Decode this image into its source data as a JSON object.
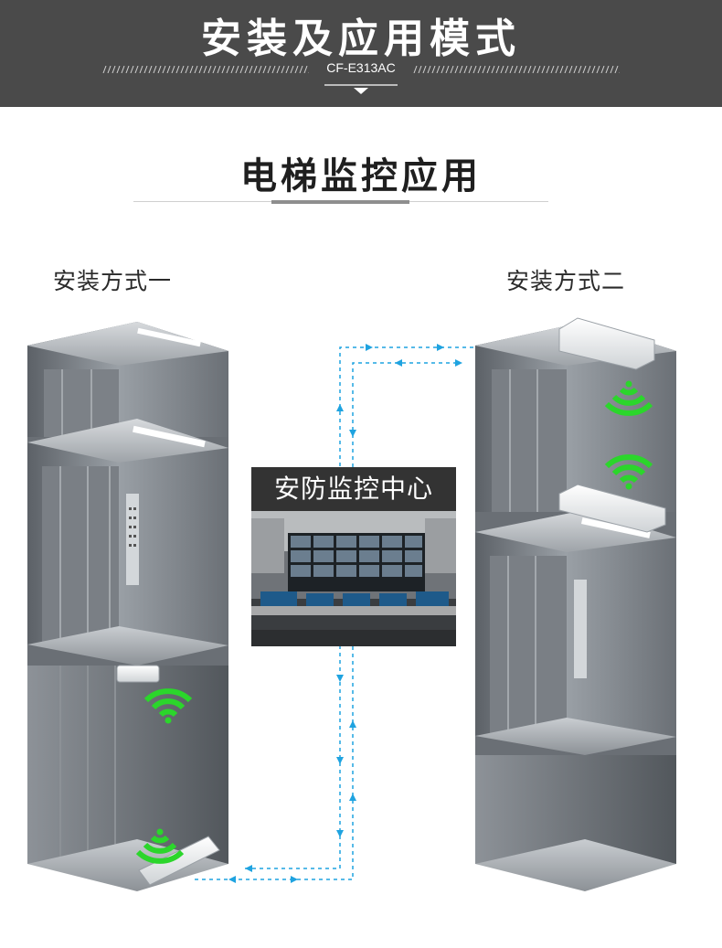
{
  "header": {
    "title": "安装及应用模式",
    "model": "CF-E313AC"
  },
  "section": {
    "title": "电梯监控应用"
  },
  "methods": {
    "left_label": "安装方式一",
    "right_label": "安装方式二"
  },
  "center": {
    "label": "安防监控中心"
  },
  "colors": {
    "header_bg": "#4a4a4a",
    "signal_green": "#2bd62b",
    "link_blue": "#1fa3e0"
  },
  "icons": [
    "wifi-signal-icon",
    "arrow-down-icon"
  ]
}
